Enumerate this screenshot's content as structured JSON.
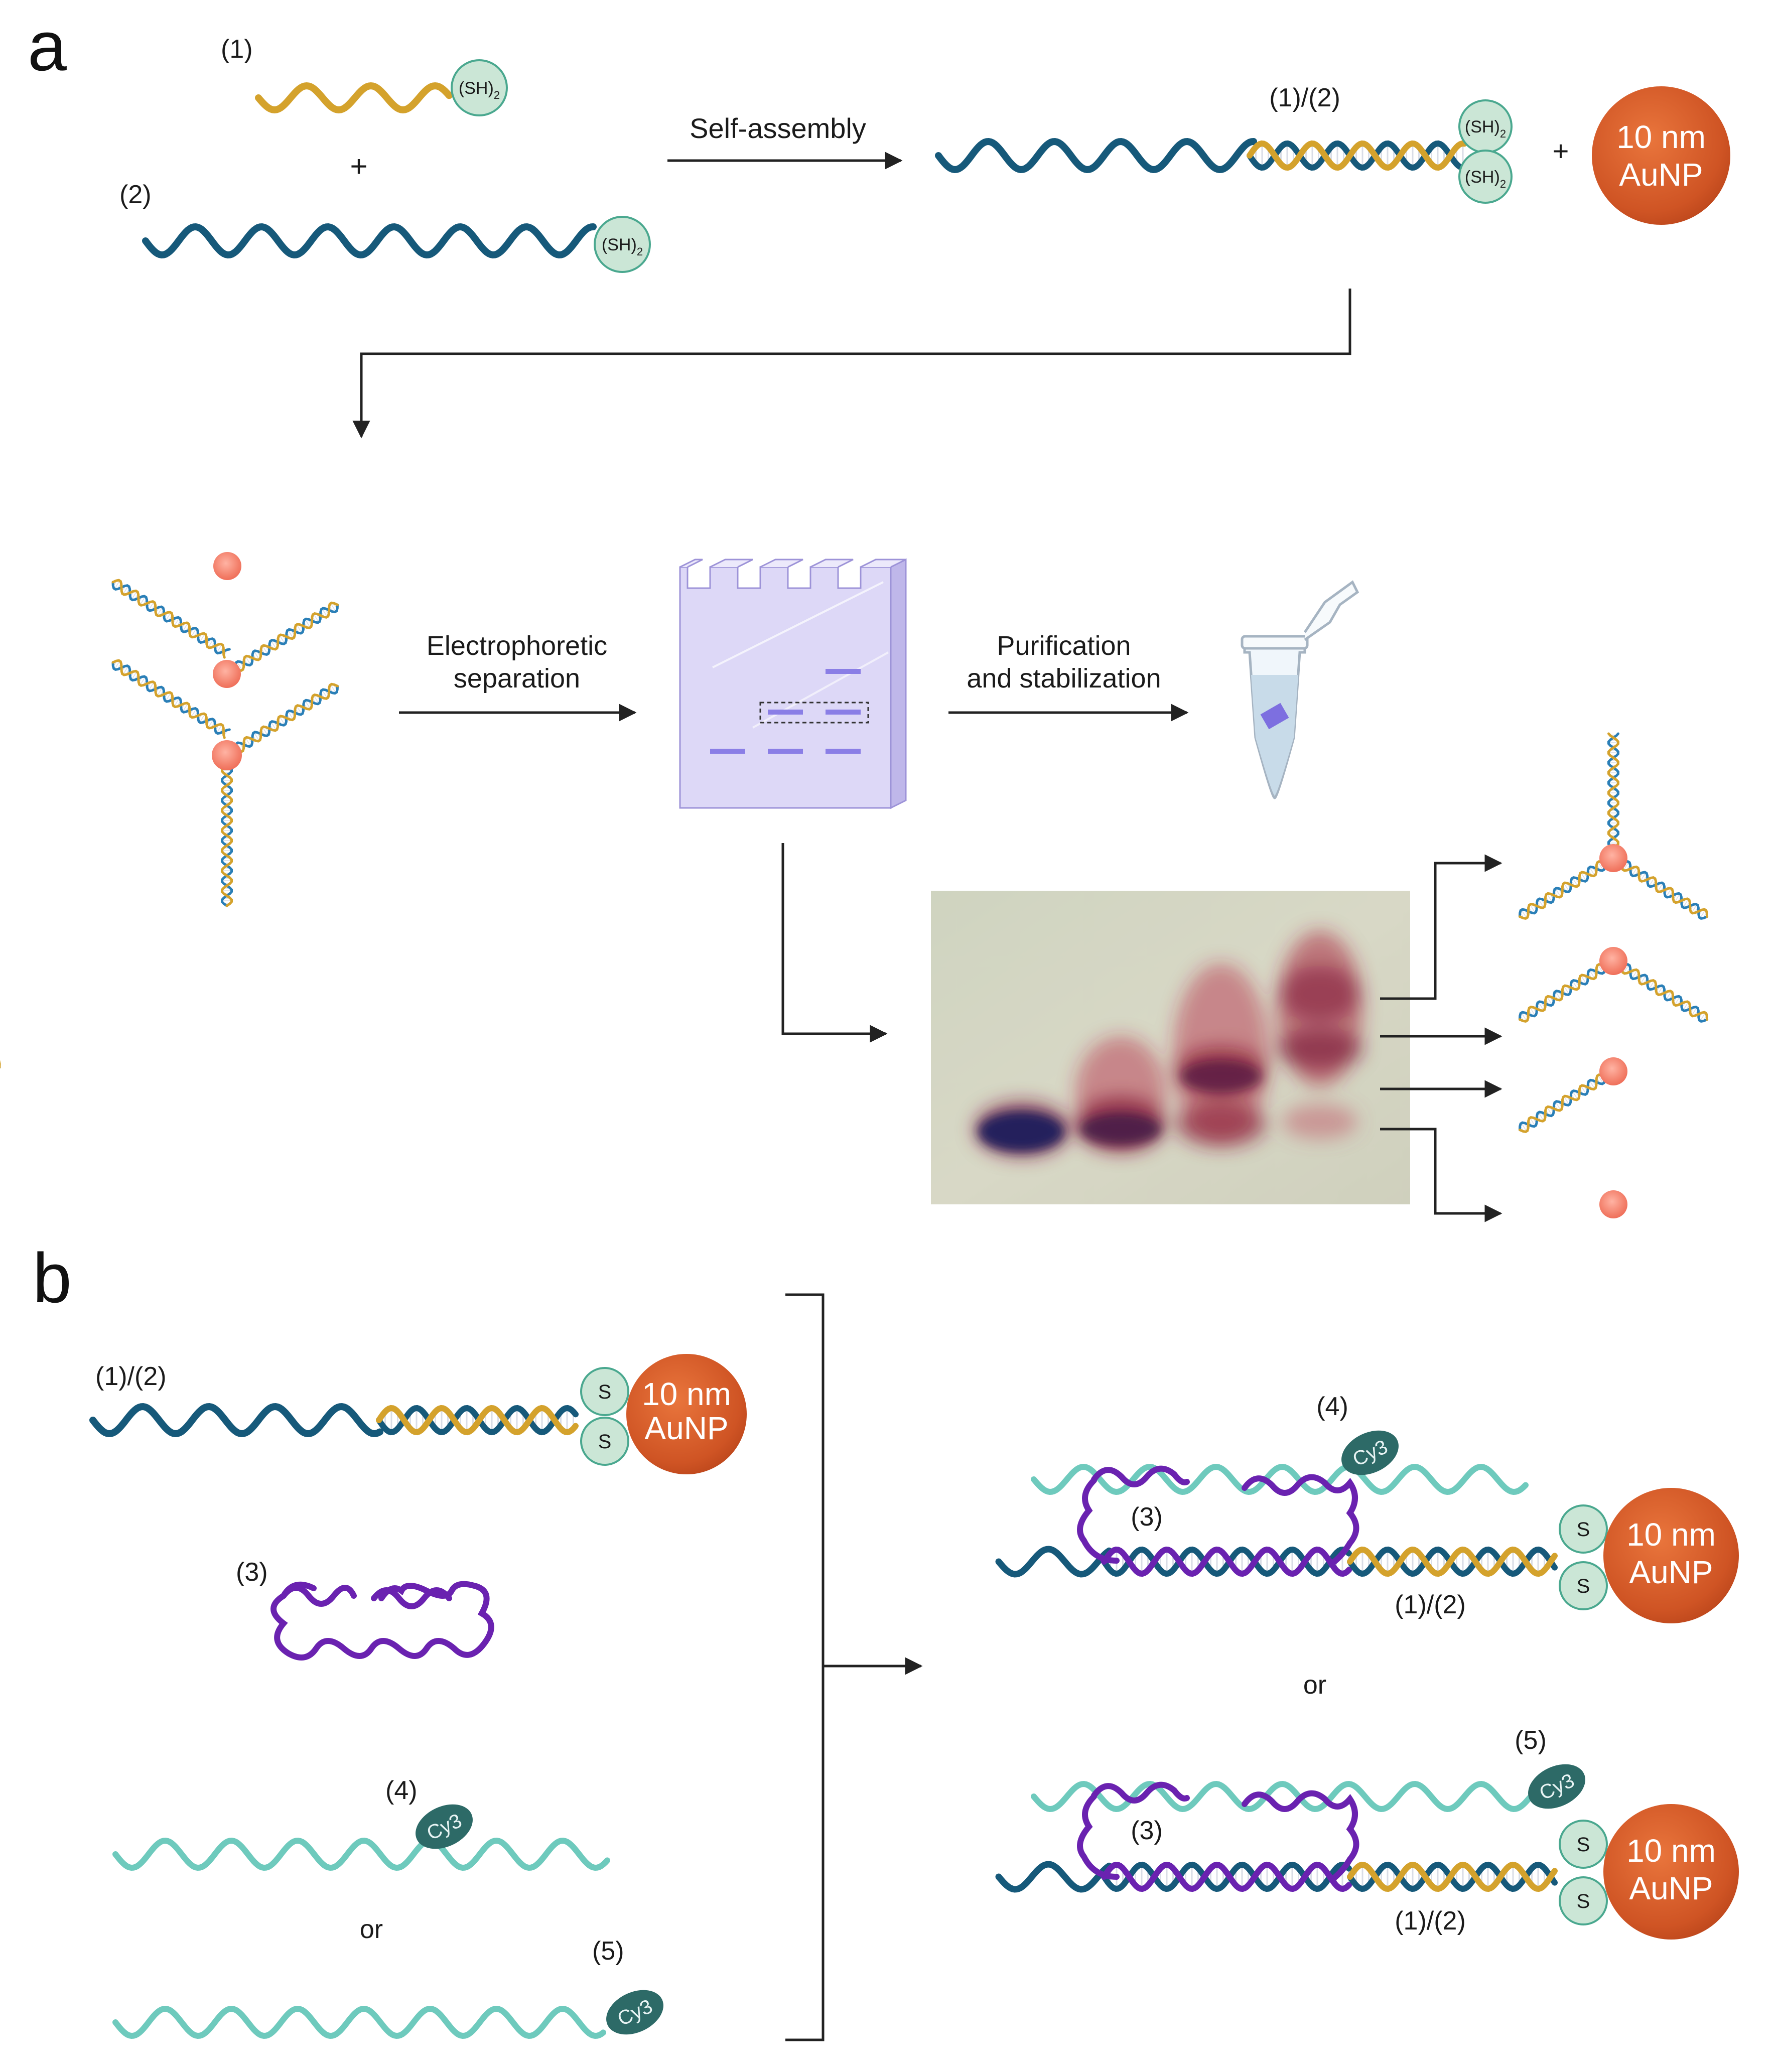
{
  "panels": {
    "a": "a",
    "b": "b"
  },
  "strands": {
    "s1": "(1)",
    "s2": "(2)",
    "s12": "(1)/(2)",
    "s3": "(3)",
    "s4": "(4)",
    "s5": "(5)"
  },
  "thiol": {
    "sh2": "(SH)",
    "sub": "2",
    "s": "S"
  },
  "misc": {
    "plus": "+",
    "or": "or"
  },
  "nanoparticle": {
    "line1": "10 nm",
    "line2": "AuNP"
  },
  "dye": "Cy3",
  "steps": {
    "self_assembly": "Self-assembly",
    "electrophoretic_1": "Electrophoretic",
    "electrophoretic_2": "separation",
    "purification_1": "Purification",
    "purification_2": "and stabilization"
  },
  "colors": {
    "strand1_gold": "#d4a22c",
    "strand2_navy": "#16597a",
    "strand3_purple": "#6a22b0",
    "strand45_teal": "#6ecabd",
    "thiol_fill": "#cbe6d6",
    "nanoparticle": "#d25a2a",
    "gel_purple": "#d9d4f6",
    "band": "#8a7ee6",
    "cy3": "#2d6a67"
  }
}
